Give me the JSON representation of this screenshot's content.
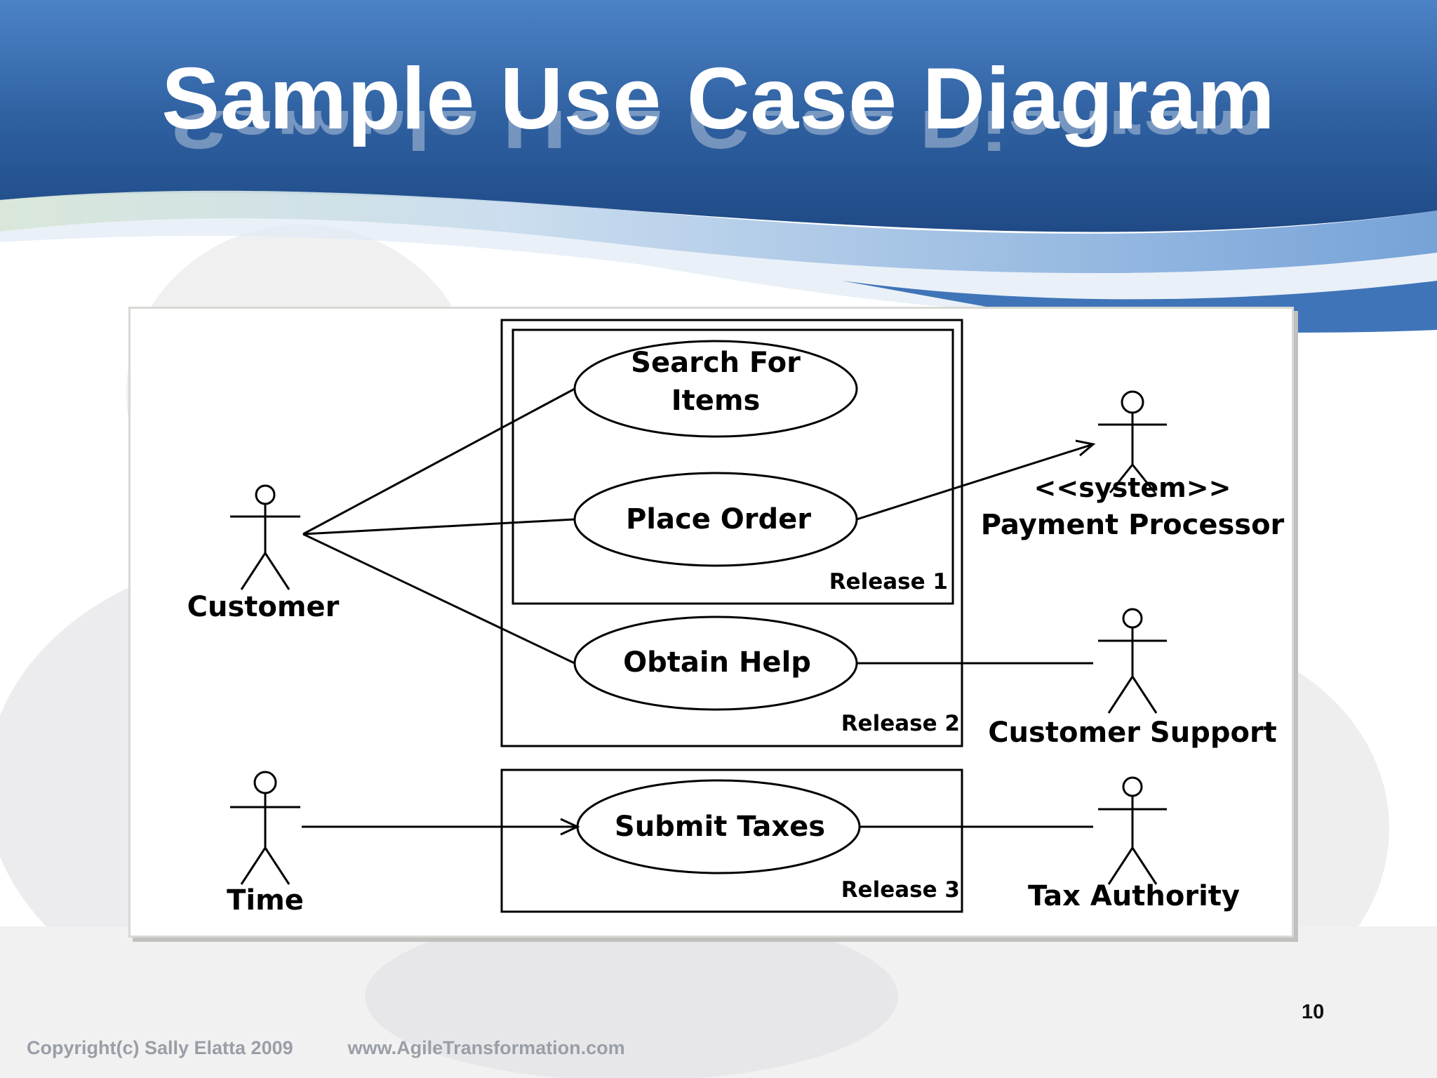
{
  "slide": {
    "title": "Sample Use Case Diagram",
    "page_number": "10",
    "footer": {
      "copyright": "Copyright(c) Sally Elatta 2009",
      "website": "www.AgileTransformation.com"
    },
    "colors": {
      "header_blue": "#2f63a3",
      "header_light": "#4e86c8",
      "wave_light": "#b9cfe8"
    }
  },
  "diagram": {
    "actors": {
      "customer": "Customer",
      "payment_stereotype": "<<system>>",
      "payment_name": "Payment Processor",
      "customer_support": "Customer Support",
      "time": "Time",
      "tax_authority": "Tax Authority"
    },
    "use_cases": {
      "search_line1": "Search For",
      "search_line2": "Items",
      "place_order": "Place Order",
      "obtain_help": "Obtain Help",
      "submit_taxes": "Submit Taxes"
    },
    "releases": {
      "release1": "Release 1",
      "release2": "Release 2",
      "release3": "Release 3"
    }
  }
}
